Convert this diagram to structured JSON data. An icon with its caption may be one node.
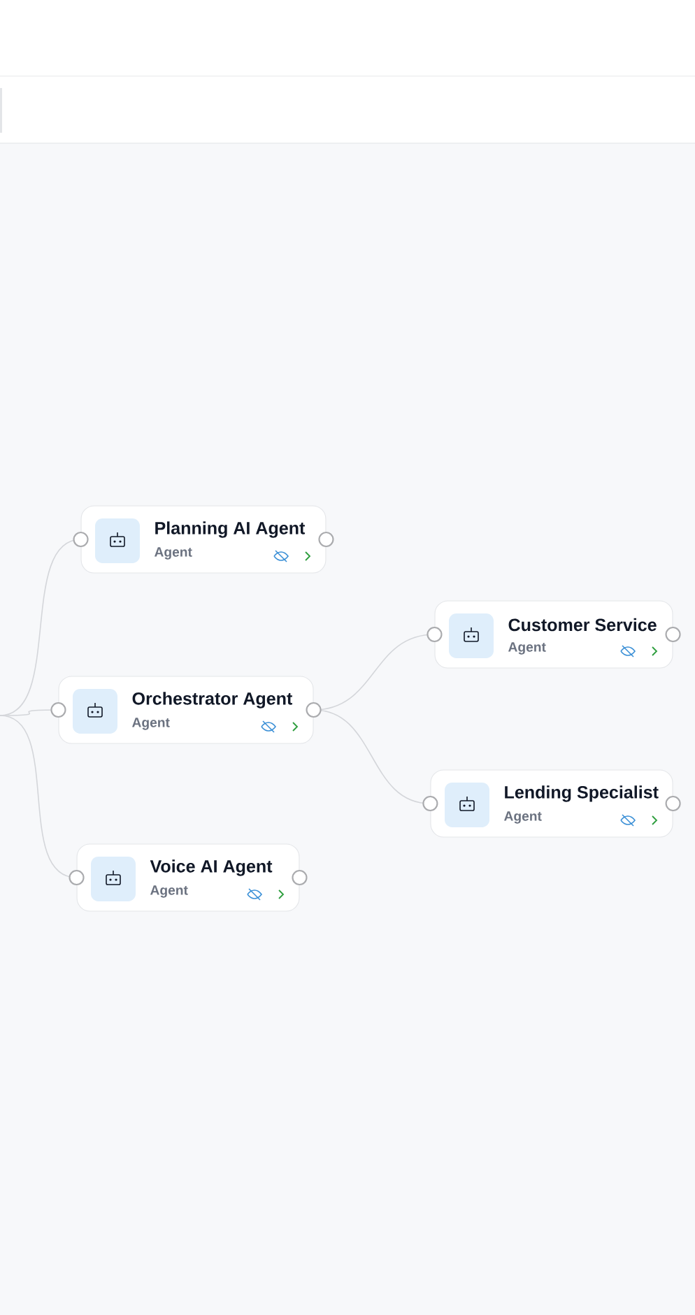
{
  "diagram": {
    "nodes": [
      {
        "text": [
          "Planning AI Agent",
          "Agent"
        ]
      },
      {
        "text": [
          "Orchestrator Agent",
          "Agent"
        ]
      },
      {
        "text": [
          "Customer Service",
          "Agent"
        ]
      },
      {
        "text": [
          "Lending Specialist",
          "Agent"
        ]
      },
      {
        "text": [
          "Voice AI Agent",
          "Agent"
        ]
      }
    ],
    "edges": [
      {
        "from": null,
        "to": 0,
        "arrow": "none"
      },
      {
        "from": null,
        "to": 1,
        "arrow": "none"
      },
      {
        "from": null,
        "to": 4,
        "arrow": "none"
      },
      {
        "from": 1,
        "to": 2,
        "arrow": "none"
      },
      {
        "from": 1,
        "to": 3,
        "arrow": "none"
      }
    ]
  }
}
